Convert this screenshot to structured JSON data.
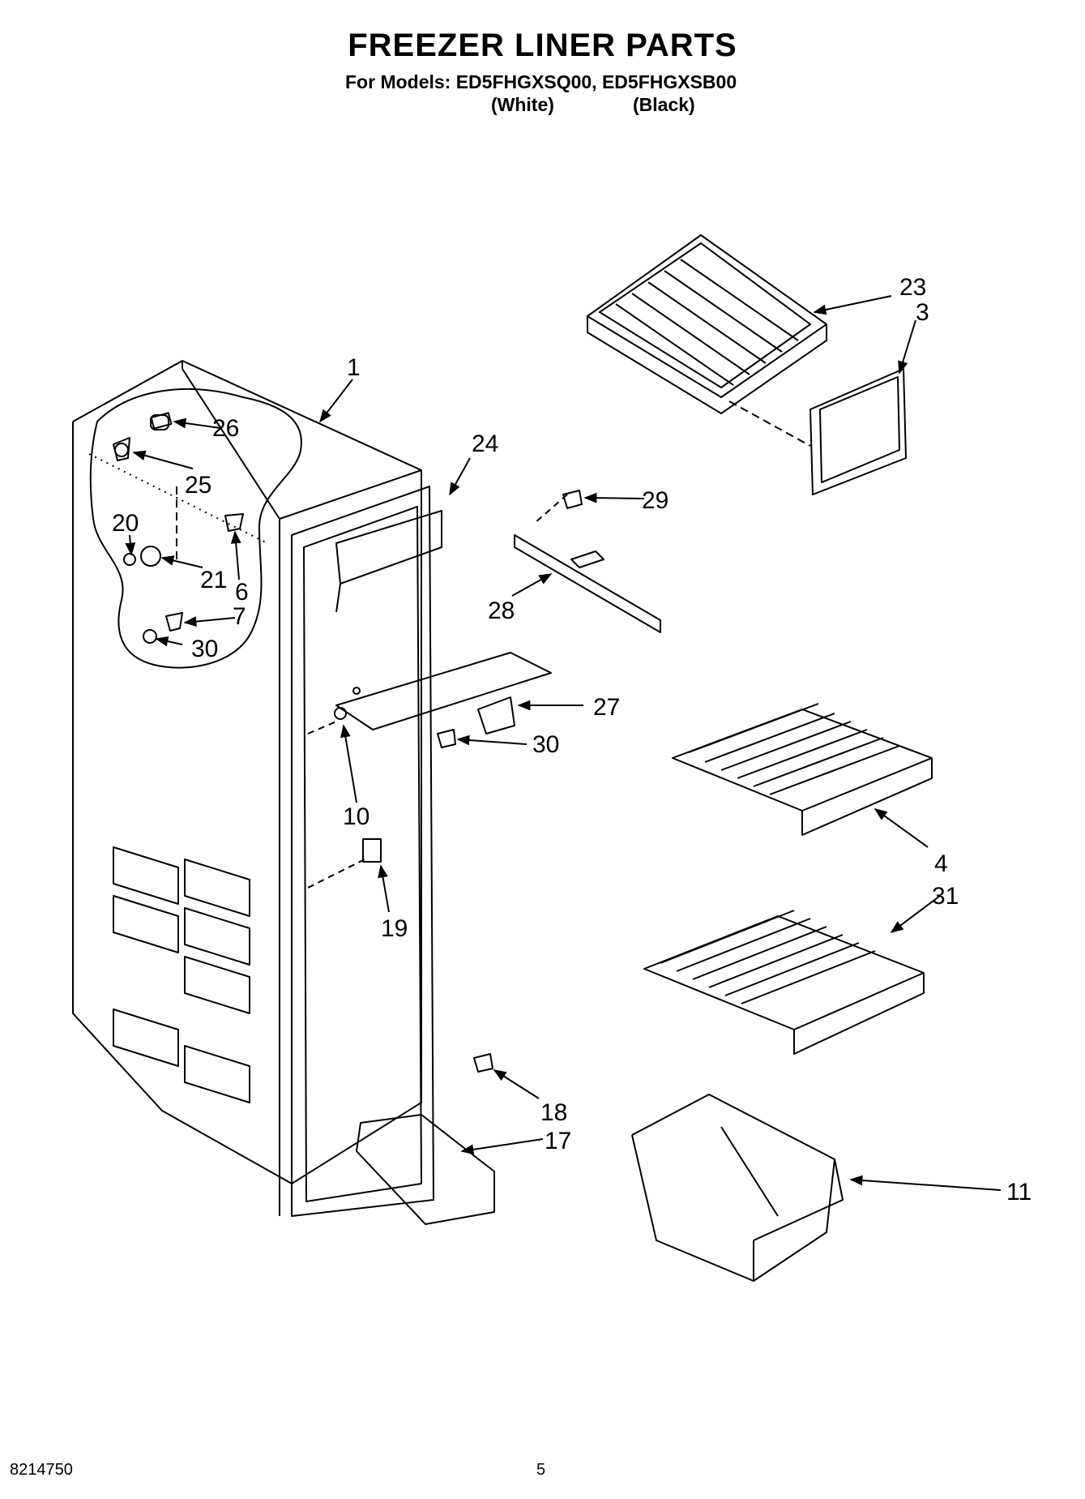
{
  "header": {
    "title": "FREEZER LINER PARTS",
    "models": "For Models: ED5FHGXSQ00, ED5FHGXSB00",
    "variant_white": "(White)",
    "variant_black": "(Black)"
  },
  "callouts": {
    "c1": "1",
    "c3": "3",
    "c4": "4",
    "c6": "6",
    "c7": "7",
    "c10": "10",
    "c11": "11",
    "c17": "17",
    "c18": "18",
    "c19": "19",
    "c20": "20",
    "c21": "21",
    "c23": "23",
    "c24": "24",
    "c25": "25",
    "c26": "26",
    "c27": "27",
    "c28": "28",
    "c29": "29",
    "c30a": "30",
    "c30b": "30",
    "c31": "31"
  },
  "footer": {
    "doc_number": "8214750",
    "page_number": "5"
  }
}
